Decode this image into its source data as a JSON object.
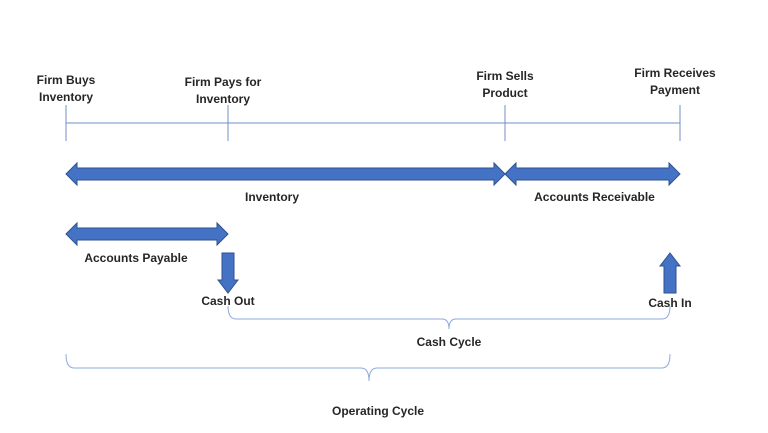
{
  "milestones": {
    "buy": {
      "line1": "Firm Buys",
      "line2": "Inventory"
    },
    "pay": {
      "line1": "Firm Pays for",
      "line2": "Inventory"
    },
    "sell": {
      "line1": "Firm Sells",
      "line2": "Product"
    },
    "recv": {
      "line1": "Firm Receives",
      "line2": "Payment"
    }
  },
  "periods": {
    "inventory": "Inventory",
    "accounts_receivable": "Accounts Receivable",
    "accounts_payable": "Accounts Payable"
  },
  "cash_flows": {
    "cash_out": "Cash Out",
    "cash_in": "Cash In"
  },
  "cycles": {
    "cash_cycle": "Cash Cycle",
    "operating_cycle": "Operating Cycle"
  },
  "colors": {
    "arrow_fill": "#4472C4",
    "arrow_stroke": "#2F528F",
    "line": "#6F8FC8",
    "text": "#262626"
  }
}
